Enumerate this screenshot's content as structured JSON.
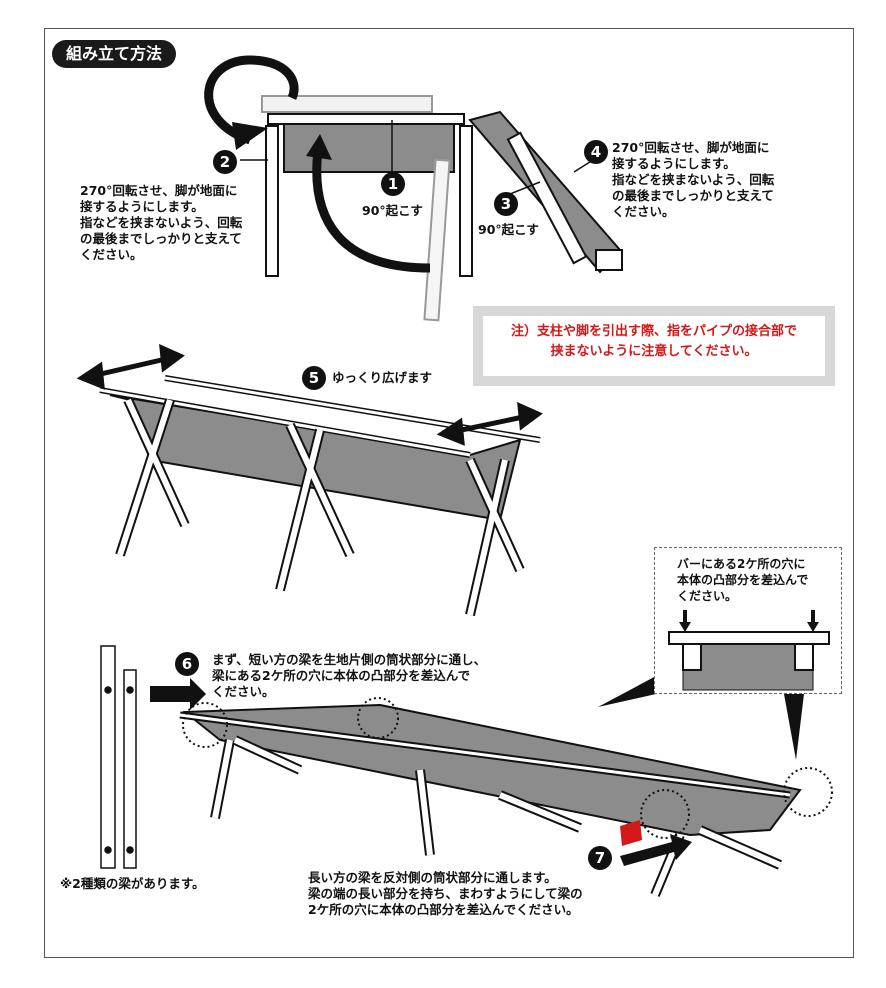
{
  "title": "組み立て方法",
  "steps": {
    "s1": {
      "num": "1",
      "label": "90°起こす"
    },
    "s2": {
      "num": "2",
      "text": "270°回転させ、脚が地面に\n接するようにします。\n指などを挟まないよう、回転\nの最後までしっかりと支えて\nください。"
    },
    "s3": {
      "num": "3",
      "label": "90°起こす"
    },
    "s4": {
      "num": "4",
      "text": "270°回転させ、脚が地面に\n接するようにします。\n指などを挟まないよう、回転\nの最後までしっかりと支えて\nください。"
    },
    "s5": {
      "num": "5",
      "label": "ゆっくり広げます"
    },
    "s6": {
      "num": "6",
      "text": "まず、短い方の梁を生地片側の筒状部分に通し、\n梁にある2ケ所の穴に本体の凸部分を差込んで\nください。"
    },
    "s7": {
      "num": "7",
      "text": "長い方の梁を反対側の筒状部分に通します。\n梁の端の長い部分を持ち、まわすようにして梁の\n2ケ所の穴に本体の凸部分を差込んでください。"
    }
  },
  "note": "注）支柱や脚を引出す際、指をパイプの接合部で\n挟まないように注意してください。",
  "inset_text": "バーにある2ケ所の穴に\n本体の凸部分を差込んで\nください。",
  "beams_note": "※2種類の梁があります。",
  "colors": {
    "fabric": "#8c8c8c",
    "frame": "#ffffff",
    "accent_red": "#d21818"
  }
}
